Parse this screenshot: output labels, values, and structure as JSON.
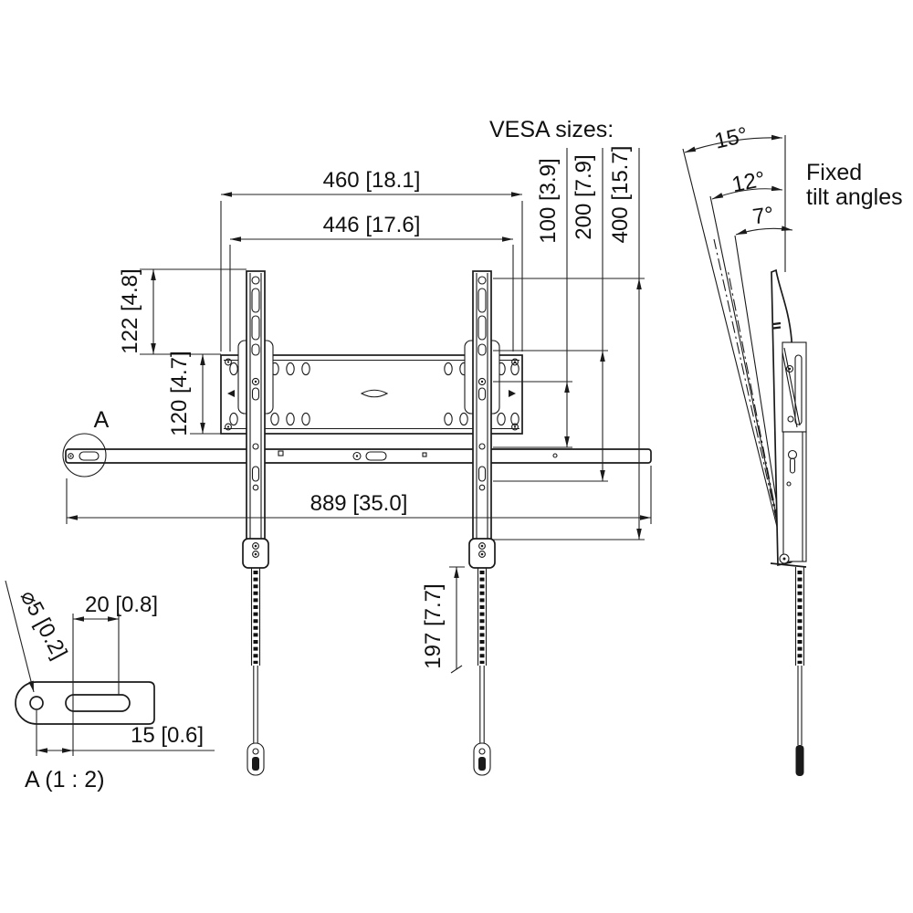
{
  "labels": {
    "vesa": "VESA sizes:",
    "fixed_line1": "Fixed",
    "fixed_line2": "tilt angles",
    "detail_marker": "A",
    "detail_view": "A (1 : 2)"
  },
  "angles": {
    "deg15": "15°",
    "deg12": "12°",
    "deg7": "7°"
  },
  "dimensions": {
    "outer_width": "460 [18.1]",
    "inner_width": "446 [17.6]",
    "vesa_100": "100 [3.9]",
    "vesa_200": "200 [7.9]",
    "vesa_400": "400 [15.7]",
    "rail_above_plate": "122 [4.8]",
    "plate_height": "120 [4.7]",
    "bar_width": "889 [35.0]",
    "strap_drop": "197 [7.7]",
    "slot_length": "20 [0.8]",
    "hole_offset": "15 [0.6]",
    "hole_diameter": "⌀5 [0.2]"
  }
}
